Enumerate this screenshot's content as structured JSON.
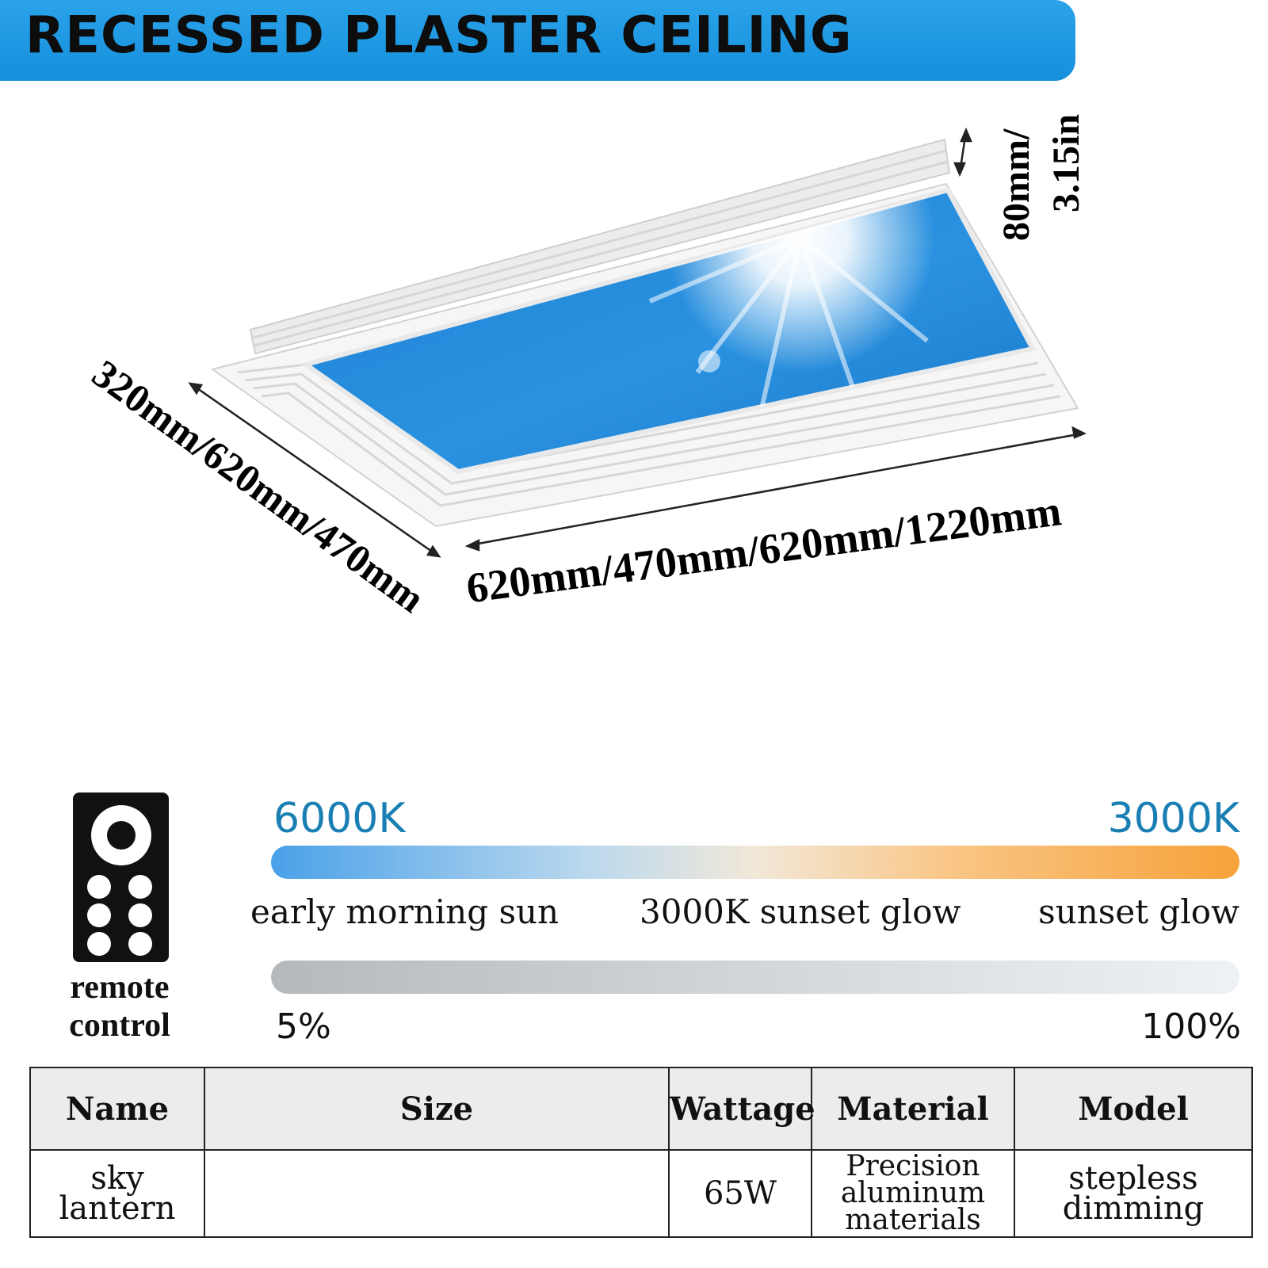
{
  "banner": {
    "title": "RECESSED PLASTER CEILING",
    "color": "#1f99e4"
  },
  "dimensions": {
    "depth_mm": "80mm/",
    "depth_in": "3.15in",
    "side": "320mm/620mm/470mm",
    "length": "620mm/470mm/620mm/1220mm"
  },
  "remote": {
    "label_line1": "remote",
    "label_line2": "control",
    "icon": "remote-control-icon"
  },
  "color_temperature": {
    "left": "6000K",
    "right": "3000K",
    "labels": [
      "early morning sun",
      "3000K sunset glow",
      "sunset glow"
    ],
    "colors": {
      "cool": "#4aa1e8",
      "warm": "#f7a23a",
      "label": "#1a7fb3"
    }
  },
  "brightness": {
    "min": "5%",
    "max": "100%"
  },
  "table": {
    "headers": [
      "Name",
      "Size",
      "Wattage",
      "Material",
      "Model"
    ],
    "row": {
      "name_line1": "sky",
      "name_line2": "lantern",
      "size": "",
      "wattage": "65W",
      "material_line1": "Precision",
      "material_line2": "aluminum",
      "material_line3": "materials",
      "model_line1": "stepless",
      "model_line2": "dimming"
    }
  }
}
